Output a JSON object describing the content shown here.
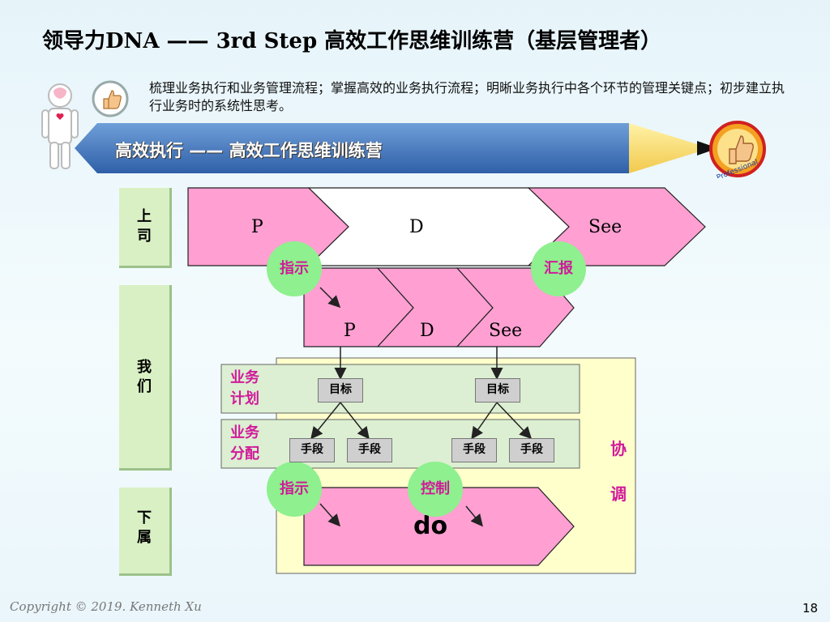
{
  "title": "领导力DNA —— 3rd Step  高效工作思维训练营（基层管理者）",
  "description": "梳理业务执行和业务管理流程；掌握高效的业务执行流程；明晰业务执行中各个环节的管理关键点；初步建立执行业务时的系统性思考。",
  "banner": "高效执行 —— 高效工作思维训练营",
  "badge_text": "Professional",
  "levels": {
    "upper": "上\n司",
    "we": "我\n们",
    "lower": "下\n属"
  },
  "top_flow": {
    "p": "P",
    "d": "D",
    "see": "See"
  },
  "mid_flow": {
    "p": "P",
    "d": "D",
    "see": "See"
  },
  "bottom_flow": {
    "do": "do"
  },
  "circles": {
    "instruct_top": "指示",
    "report": "汇报",
    "instruct_bottom": "指示",
    "control": "控制"
  },
  "rows": {
    "plan": "业务\n计划",
    "allocate": "业务\n分配"
  },
  "chips": {
    "goal1": "目标",
    "goal2": "目标",
    "means1": "手段",
    "means2": "手段",
    "means3": "手段",
    "means4": "手段"
  },
  "coordinate": {
    "c1": "协",
    "c2": "调"
  },
  "footer": {
    "copyright": "Copyright © 2019. Kenneth Xu",
    "page": "18"
  },
  "colors": {
    "pink": "#ff9fd2",
    "green": "#8ef08e",
    "accent": "#d11a9a",
    "banner": "#4f7fc0"
  }
}
